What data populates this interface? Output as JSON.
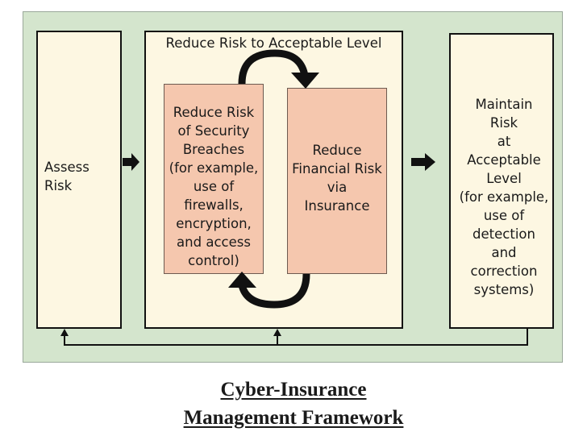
{
  "assess": {
    "label": "Assess\nRisk"
  },
  "middle": {
    "title": "Reduce Risk to Acceptable Level",
    "left_box": "Reduce Risk\nof Security\nBreaches\n(for example,\nuse of\nfirewalls,\nencryption,\nand access\ncontrol)",
    "right_box": "Reduce\nFinancial Risk\nvia\nInsurance"
  },
  "maintain": {
    "label": "Maintain\nRisk\nat\nAcceptable\nLevel\n(for example,\nuse of\ndetection\nand\ncorrection\nsystems)"
  },
  "caption": {
    "line1": "Cyber-Insurance",
    "line2": "Management Framework"
  },
  "colors": {
    "panel": "#d4e5cd",
    "box": "#fdf7e2",
    "pink": "#f5c7ae",
    "ink": "#111111"
  }
}
